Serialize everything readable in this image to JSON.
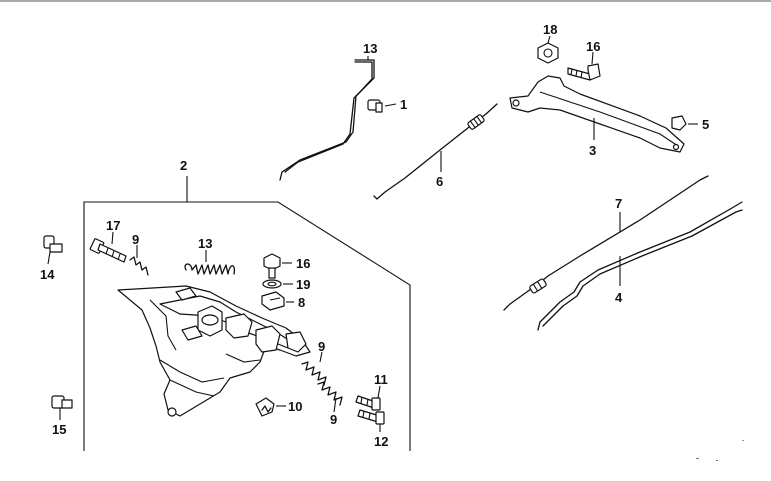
{
  "diagram": {
    "callouts": [
      {
        "id": "c1",
        "text": "1"
      },
      {
        "id": "c2",
        "text": "2"
      },
      {
        "id": "c3",
        "text": "3"
      },
      {
        "id": "c4",
        "text": "4"
      },
      {
        "id": "c5",
        "text": "5"
      },
      {
        "id": "c6",
        "text": "6"
      },
      {
        "id": "c7",
        "text": "7"
      },
      {
        "id": "c8",
        "text": "8"
      },
      {
        "id": "c9a",
        "text": "9"
      },
      {
        "id": "c9b",
        "text": "9"
      },
      {
        "id": "c9c",
        "text": "9"
      },
      {
        "id": "c10",
        "text": "10"
      },
      {
        "id": "c11",
        "text": "11"
      },
      {
        "id": "c12",
        "text": "12"
      },
      {
        "id": "c13a",
        "text": "13"
      },
      {
        "id": "c13b",
        "text": "13"
      },
      {
        "id": "c14",
        "text": "14"
      },
      {
        "id": "c15",
        "text": "15"
      },
      {
        "id": "c16a",
        "text": "16"
      },
      {
        "id": "c16b",
        "text": "16"
      },
      {
        "id": "c17",
        "text": "17"
      },
      {
        "id": "c18",
        "text": "18"
      },
      {
        "id": "c19",
        "text": "19"
      }
    ]
  }
}
